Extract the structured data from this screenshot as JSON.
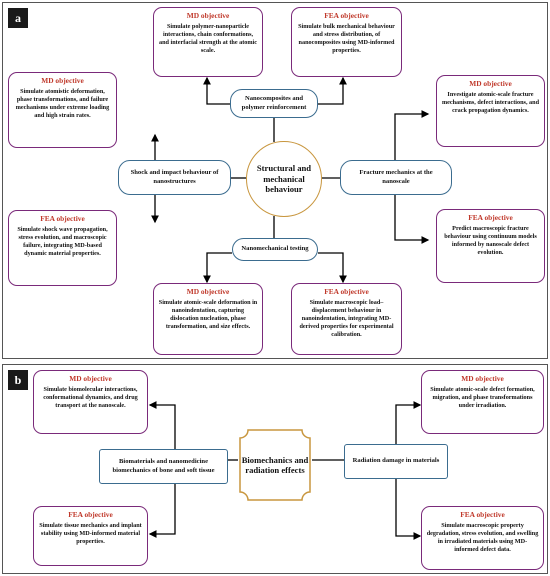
{
  "panel_a": {
    "label": "a",
    "center": {
      "title": "Structural and mechanical behaviour"
    },
    "hubs": {
      "top": "Nanocomposites and polymer reinforcement",
      "left": "Shock and impact behaviour of nanostructures",
      "right": "Fracture mechanics at the nanoscale",
      "bottom": "Nanomechanical testing"
    },
    "boxes": {
      "top_md": {
        "title": "MD objective",
        "body": "Simulate polymer-nanoparticle interactions, chain conformations, and interfacial strength at the atomic scale."
      },
      "top_fea": {
        "title": "FEA objective",
        "body": "Simulate bulk mechanical behaviour and stress distribution, of nanocomposites using MD-informed properties."
      },
      "left_md": {
        "title": "MD objective",
        "body": "Simulate atomistic deformation, phase transformations, and failure mechanisms under extreme loading and high strain rates."
      },
      "left_fea": {
        "title": "FEA objective",
        "body": "Simulate shock wave propagation, stress evolution, and macroscopic failure, integrating MD-based dynamic material properties."
      },
      "right_md": {
        "title": "MD objective",
        "body": "Investigate atomic-scale fracture mechanisms, defect interactions, and crack propagation dynamics."
      },
      "right_fea": {
        "title": "FEA objective",
        "body": "Predict macroscopic fracture behaviour using continuum models informed by nanoscale defect evolution."
      },
      "bottom_md": {
        "title": "MD objective",
        "body": "Simulate atomic-scale deformation in nanoindentation, capturing dislocation nucleation, phase transformation, and size effects."
      },
      "bottom_fea": {
        "title": "FEA objective",
        "body": "Simulate macroscopic load–displacement behaviour in nanoindentation, integrating MD-derived properties for experimental calibration."
      }
    }
  },
  "panel_b": {
    "label": "b",
    "center": {
      "title": "Biomechanics and radiation effects"
    },
    "hubs": {
      "left": "Biomaterials and nanomedicine biomechanics of bone and soft tissue",
      "right": "Radiation damage in materials"
    },
    "boxes": {
      "left_md": {
        "title": "MD objective",
        "body": "Simulate biomolecular interactions, conformational dynamics, and drug transport at the nanoscale."
      },
      "left_fea": {
        "title": "FEA objective",
        "body": "Simulate tissue mechanics and implant stability using MD-informed material properties."
      },
      "right_md": {
        "title": "MD objective",
        "body": "Simulate atomic-scale defect formation, migration, and phase transformations under irradiation."
      },
      "right_fea": {
        "title": "FEA objective",
        "body": "Simulate macroscopic property degradation, stress evolution, and swelling in irradiated materials using MD-informed defect data."
      }
    }
  },
  "colors": {
    "box_border": "#7a2a7a",
    "objective_title": "#c0392b",
    "hub_border": "#3b6c8f",
    "center_border": "#c8963e",
    "arrow": "#000000"
  }
}
